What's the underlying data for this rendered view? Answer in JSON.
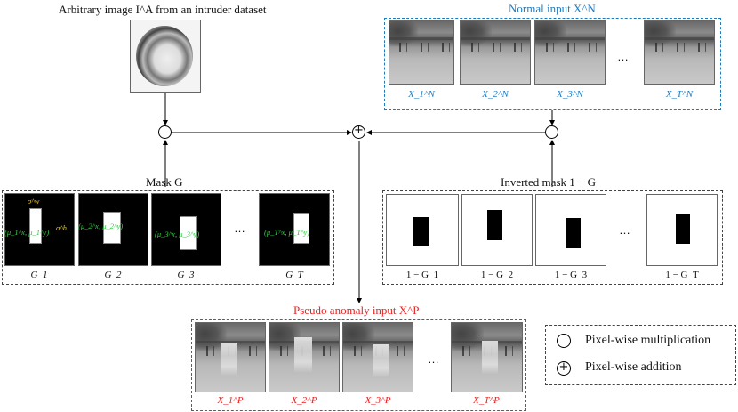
{
  "intruder": {
    "title": "Arbitrary image I^A from an intruder dataset"
  },
  "normal": {
    "title": "Normal input X^N",
    "labels": [
      "X_1^N",
      "X_2^N",
      "X_3^N",
      "X_T^N"
    ],
    "ellipsis": "…",
    "color": "#1f7bbf"
  },
  "mask": {
    "title": "Mask G",
    "labels": [
      "G_1",
      "G_2",
      "G_3",
      "G_T"
    ],
    "ellipsis": "…",
    "annot_w": "σ^w",
    "annot_h": "σ^h",
    "centers": [
      "(μ_1^x, μ_1^y)",
      "(μ_2^x, μ_2^y)",
      "(μ_3^x, μ_3^y)",
      "(μ_T^x, μ_T^y)"
    ]
  },
  "inverted": {
    "title": "Inverted mask 1 − G",
    "labels": [
      "1 − G_1",
      "1 − G_2",
      "1 − G_3",
      "1 − G_T"
    ],
    "ellipsis": "…"
  },
  "pseudo": {
    "title": "Pseudo anomaly input X^P",
    "labels": [
      "X_1^P",
      "X_2^P",
      "X_3^P",
      "X_T^P"
    ],
    "ellipsis": "…",
    "color": "#e8221f"
  },
  "legend": {
    "mult": "Pixel-wise multiplication",
    "add": "Pixel-wise addition",
    "plus_symbol": "+"
  }
}
